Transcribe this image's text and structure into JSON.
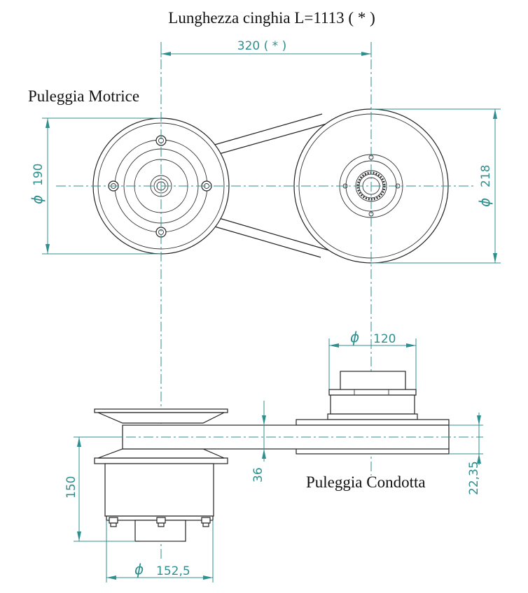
{
  "title": "Lunghezza cinghia  L=1113 ( * )",
  "labels": {
    "drive_pulley": "Puleggia Motrice",
    "driven_pulley": "Puleggia Condotta"
  },
  "dimensions": {
    "center_distance": "320 ( * )",
    "drive_diameter_symbol": "ϕ",
    "drive_diameter": "190",
    "driven_diameter_symbol": "ϕ",
    "driven_diameter": "218",
    "hub_diameter_symbol": "ϕ",
    "hub_diameter": "120",
    "belt_height": "36",
    "offset": "22,35",
    "motor_height": "150",
    "base_diameter_symbol": "ϕ",
    "base_diameter": "152,5"
  },
  "colors": {
    "dimension": "#2f8f8f",
    "outline": "#222222"
  }
}
